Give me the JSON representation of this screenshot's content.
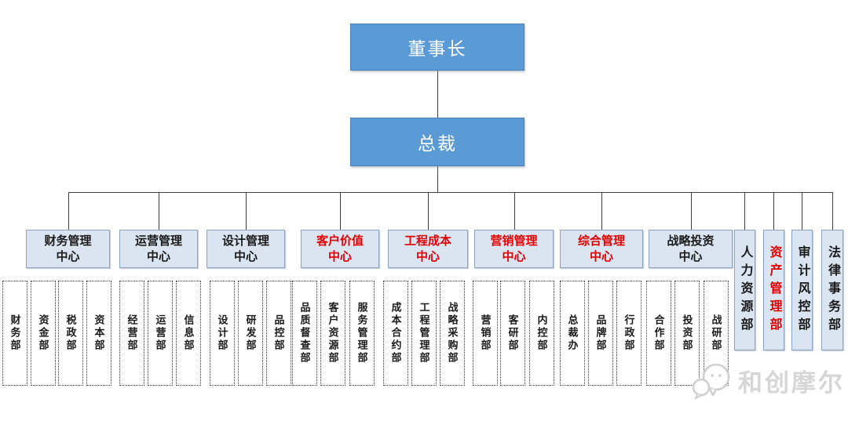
{
  "palette": {
    "exec_fill": "#5b9bd5",
    "exec_text": "#ffffff",
    "center_fill": "#dbe5f1",
    "center_border": "#8ba3bf",
    "black_text": "#1a1a1a",
    "red_text": "#e00000",
    "line": "#404040",
    "watermark": "#d6d6d6"
  },
  "org": {
    "chairman": "董事长",
    "president": "总裁",
    "centers": [
      {
        "label": "财务管理\n中心",
        "color": "#1a1a1a"
      },
      {
        "label": "运营管理\n中心",
        "color": "#1a1a1a"
      },
      {
        "label": "设计管理\n中心",
        "color": "#1a1a1a"
      },
      {
        "label": "客户价值\n中心",
        "color": "#e00000"
      },
      {
        "label": "工程成本\n中心",
        "color": "#e00000"
      },
      {
        "label": "营销管理\n中心",
        "color": "#e00000"
      },
      {
        "label": "综合管理\n中心",
        "color": "#e00000"
      },
      {
        "label": "战略投资\n中心",
        "color": "#1a1a1a"
      }
    ],
    "staff_depts": [
      {
        "label": "人力资源部",
        "color": "#1a1a1a"
      },
      {
        "label": "资产管理部",
        "color": "#e00000"
      },
      {
        "label": "审计风控部",
        "color": "#1a1a1a"
      },
      {
        "label": "法律事务部",
        "color": "#1a1a1a"
      }
    ],
    "groups": [
      {
        "center": "财务管理中心",
        "depts": [
          "财务部",
          "资金部",
          "税政部",
          "资本部"
        ]
      },
      {
        "center": "运营管理中心",
        "depts": [
          "经营部",
          "运营部",
          "信息部"
        ]
      },
      {
        "center": "设计管理中心",
        "depts": [
          "设计部",
          "研发部",
          "品控部"
        ]
      },
      {
        "center": "客户价值中心",
        "depts": [
          "品质督查部",
          "客户资源部",
          "服务管理部"
        ]
      },
      {
        "center": "工程成本中心",
        "depts": [
          "成本合约部",
          "工程管理部",
          "战略采购部"
        ]
      },
      {
        "center": "营销管理中心",
        "depts": [
          "营销部",
          "客研部",
          "内控部"
        ]
      },
      {
        "center": "综合管理中心",
        "depts": [
          "总裁办",
          "品牌部",
          "行政部"
        ]
      },
      {
        "center": "战略投资中心",
        "depts": [
          "合作部",
          "投资部",
          "战研部"
        ]
      }
    ]
  },
  "watermark": {
    "text": "和创摩尔"
  }
}
